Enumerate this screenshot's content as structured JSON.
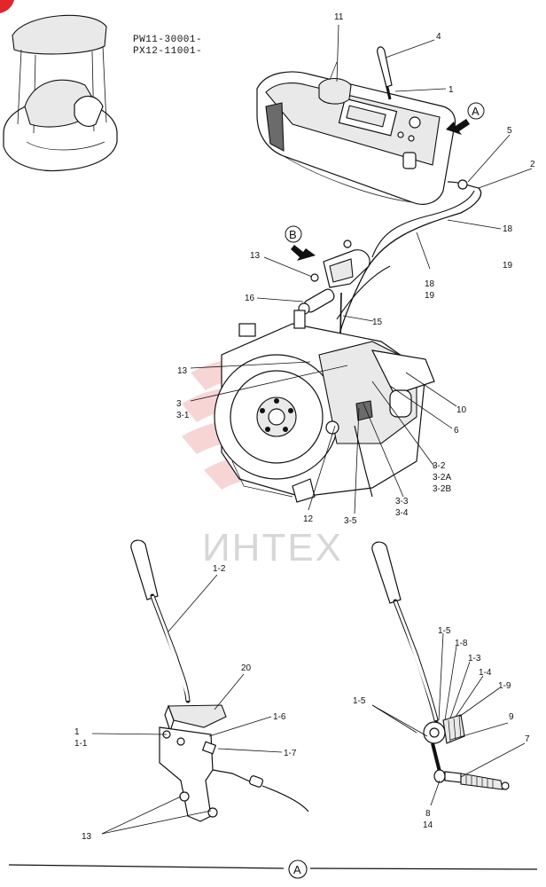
{
  "model_codes": [
    "PW11-30001-",
    "PX12-11001-"
  ],
  "watermark": "ИНТЕХ",
  "view_markers": {
    "a": "A",
    "b": "B"
  },
  "labels": {
    "p11": "11",
    "p4": "4",
    "p1": "1",
    "p5": "5",
    "p2": "2",
    "p18a": "18",
    "p19a": "19",
    "p18b": "18",
    "p19b": "19",
    "p13a": "13",
    "p16": "16",
    "p15": "15",
    "p13b": "13",
    "p3": "3",
    "p3_1": "3-1",
    "p10": "10",
    "p6": "6",
    "p3_2": "3-2",
    "p3_2a": "3-2A",
    "p3_2b": "3-2B",
    "p3_3": "3-3",
    "p3_4": "3-4",
    "p3_5": "3-5",
    "p12": "12",
    "l1_2": "1-2",
    "l20": "20",
    "l1": "1",
    "l1_1": "1-1",
    "l1_6": "1-6",
    "l1_7": "1-7",
    "l13": "13",
    "r1_5a": "1-5",
    "r1_8": "1-8",
    "r1_3": "1-3",
    "r1_4": "1-4",
    "r1_9": "1-9",
    "r1_5b": "1-5",
    "r9": "9",
    "r7": "7",
    "r8": "8",
    "r14": "14"
  }
}
